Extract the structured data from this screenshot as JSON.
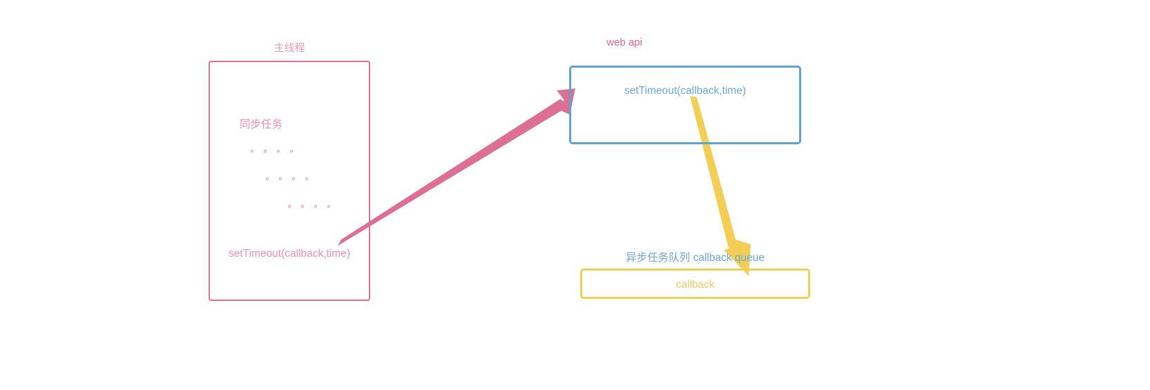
{
  "diagram": {
    "title_main_thread": "主线程",
    "title_web_api": "web api",
    "title_callback_queue": "异步任务队列 callback queue",
    "main_thread_sync_task": "同步任务",
    "main_thread_settimeout": "setTimeout(callback,time)",
    "web_api_settimeout": "setTimeout(callback,time)",
    "callback_queue_item": "callback",
    "ellipsis_rows": [
      {
        "name": "ellipsis-row-1",
        "dots": 4
      },
      {
        "name": "ellipsis-row-2",
        "dots": 4
      },
      {
        "name": "ellipsis-row-3",
        "dots": 4
      }
    ],
    "arrows": [
      {
        "name": "arrow-main-thread-to-web-api",
        "color": "#dd6f95",
        "from": "main-thread setTimeout",
        "to": "web api box"
      },
      {
        "name": "arrow-web-api-to-callback-queue",
        "color": "#f2ce55",
        "from": "web api setTimeout",
        "to": "callback queue box"
      }
    ],
    "colors": {
      "pink_border": "#dd6f95",
      "pink_text": "#ef8fae",
      "pink_label": "#ef9bb8",
      "crimson_label": "#e8628c",
      "blue_border": "#5ba4d0",
      "blue_text": "#6aa7d8",
      "yellow_border": "#f2ce55",
      "yellow_text": "#eccb66",
      "background": "#ffffff"
    }
  }
}
